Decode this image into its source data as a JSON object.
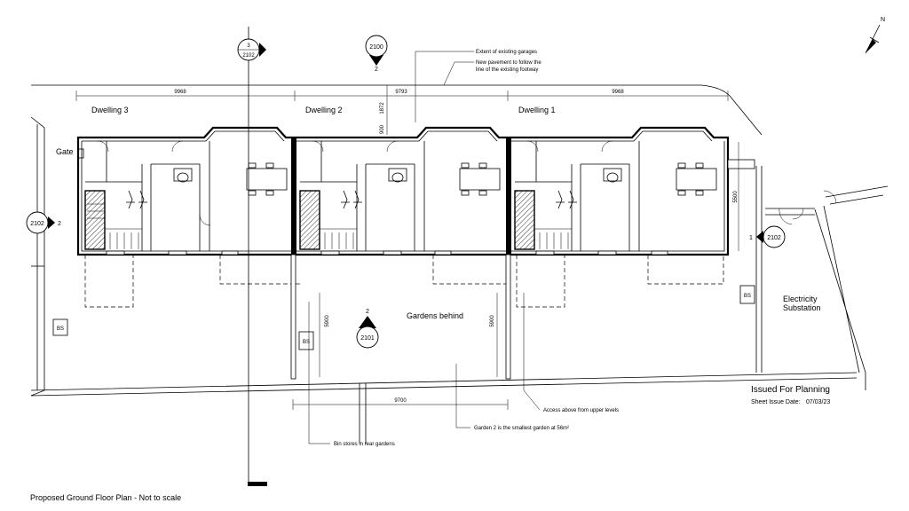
{
  "plan": {
    "footer_title": "Proposed Ground Floor Plan - Not to scale",
    "issued": "Issued For Planning",
    "sheet_date_label": "Sheet Issue Date:",
    "sheet_date": "07/03/23",
    "north": "N",
    "dwellings": [
      "Dwelling 3",
      "Dwelling 2",
      "Dwelling 1"
    ],
    "gate": "Gate",
    "gardens": "Gardens behind",
    "electricity_1": "Electricity",
    "electricity_2": "Substation",
    "bin_store": "BS",
    "annotations": {
      "garages": "Extent of existing garages",
      "pavement_1": "New pavement to follow the",
      "pavement_2": "line of the existing footway",
      "access": "Access above from upper levels",
      "garden2": "Garden 2 is the smallest garden at 56m²",
      "bin_stores": "Bin stores in rear gardens"
    },
    "dimensions": {
      "w1": "9968",
      "w2": "9793",
      "w3": "9968",
      "front": "1872",
      "setback": "900",
      "depth": "5500",
      "garden_a": "5900",
      "garden_b": "5900",
      "bottom": "9700"
    },
    "sections": {
      "s1_num": "3",
      "s1_ref": "2102",
      "s2_ref": "2100",
      "s2_num": "2",
      "s3_num": "2",
      "s3_ref": "2101",
      "left_ref": "2102",
      "left_num": "2",
      "right_num": "1",
      "right_ref": "2102"
    }
  }
}
